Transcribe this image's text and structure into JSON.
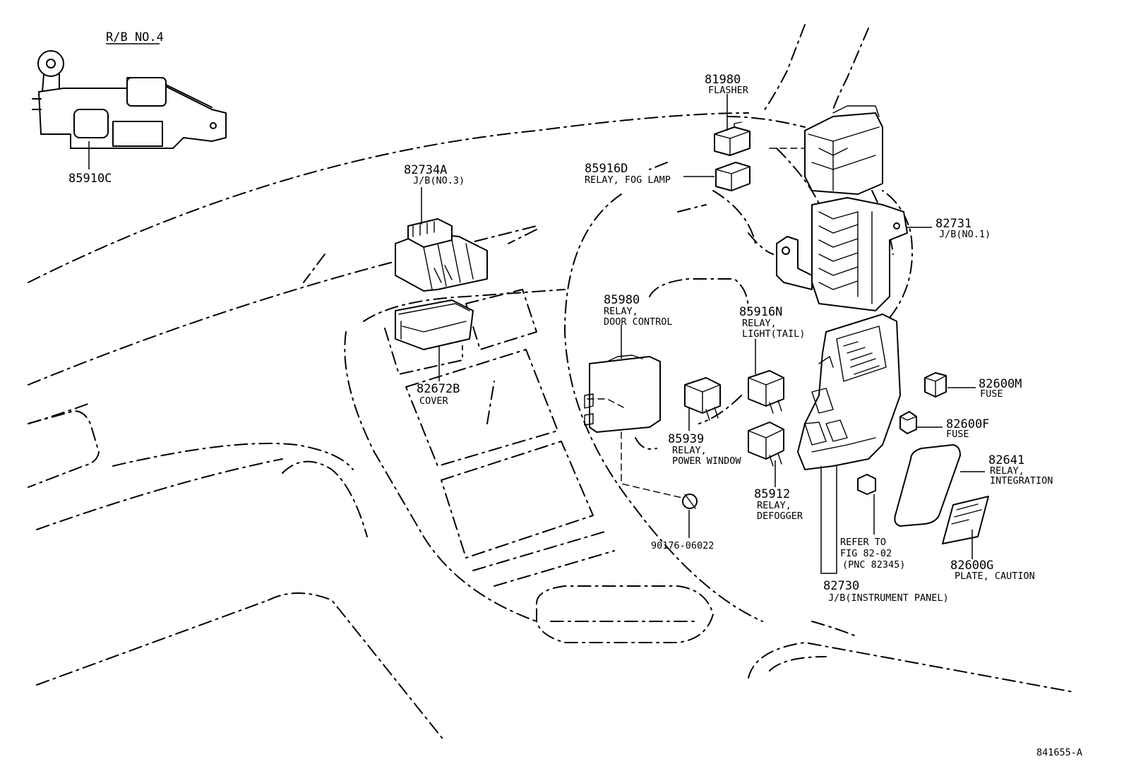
{
  "inset": {
    "title": "R/B NO.4"
  },
  "callouts": [
    {
      "id": "85910c",
      "part_no": "85910C",
      "desc": []
    },
    {
      "id": "82734a",
      "part_no": "82734A",
      "desc": [
        "J/B(NO.3)"
      ]
    },
    {
      "id": "82672b",
      "part_no": "82672B",
      "desc": [
        "COVER"
      ]
    },
    {
      "id": "81980",
      "part_no": "81980",
      "desc": [
        "FLASHER"
      ]
    },
    {
      "id": "85916d",
      "part_no": "85916D",
      "desc": [
        "RELAY, FOG LAMP"
      ]
    },
    {
      "id": "82731",
      "part_no": "82731",
      "desc": [
        "J/B(NO.1)"
      ]
    },
    {
      "id": "85980",
      "part_no": "85980",
      "desc": [
        "RELAY,",
        "DOOR CONTROL"
      ]
    },
    {
      "id": "85916n",
      "part_no": "85916N",
      "desc": [
        "RELAY,",
        "LIGHT(TAIL)"
      ]
    },
    {
      "id": "82600m",
      "part_no": "82600M",
      "desc": [
        "FUSE"
      ]
    },
    {
      "id": "82600f",
      "part_no": "82600F",
      "desc": [
        "FUSE"
      ]
    },
    {
      "id": "85939",
      "part_no": "85939",
      "desc": [
        "RELAY,",
        "POWER WINDOW"
      ]
    },
    {
      "id": "82641",
      "part_no": "82641",
      "desc": [
        "RELAY,",
        "INTEGRATION"
      ]
    },
    {
      "id": "85912",
      "part_no": "85912",
      "desc": [
        "RELAY,",
        "DEFOGGER"
      ]
    },
    {
      "id": "90176",
      "part_no": "90176-06022",
      "desc": []
    },
    {
      "id": "refer",
      "part_no": "",
      "desc": [
        "REFER TO",
        "FIG 82-02",
        "(PNC 82345)"
      ]
    },
    {
      "id": "82600g",
      "part_no": "82600G",
      "desc": [
        "PLATE, CAUTION"
      ]
    },
    {
      "id": "82730",
      "part_no": "82730",
      "desc": [
        "J/B(INSTRUMENT PANEL)"
      ]
    }
  ],
  "figure_id": "841655-A"
}
